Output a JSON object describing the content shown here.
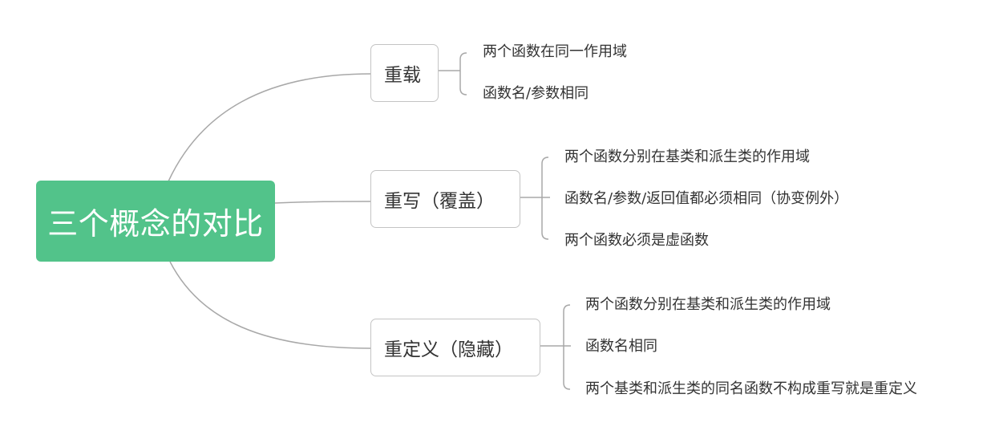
{
  "colors": {
    "root_fill": "#52c38a",
    "connector": "#a8a8a8"
  },
  "root": {
    "label": "三个概念的对比"
  },
  "branches": [
    {
      "label": "重载",
      "items": [
        "两个函数在同一作用域",
        "函数名/参数相同"
      ]
    },
    {
      "label": "重写（覆盖）",
      "items": [
        "两个函数分别在基类和派生类的作用域",
        "函数名/参数/返回值都必须相同（协变例外）",
        "两个函数必须是虚函数"
      ]
    },
    {
      "label": "重定义（隐藏）",
      "items": [
        "两个函数分别在基类和派生类的作用域",
        "函数名相同",
        "两个基类和派生类的同名函数不构成重写就是重定义"
      ]
    }
  ]
}
